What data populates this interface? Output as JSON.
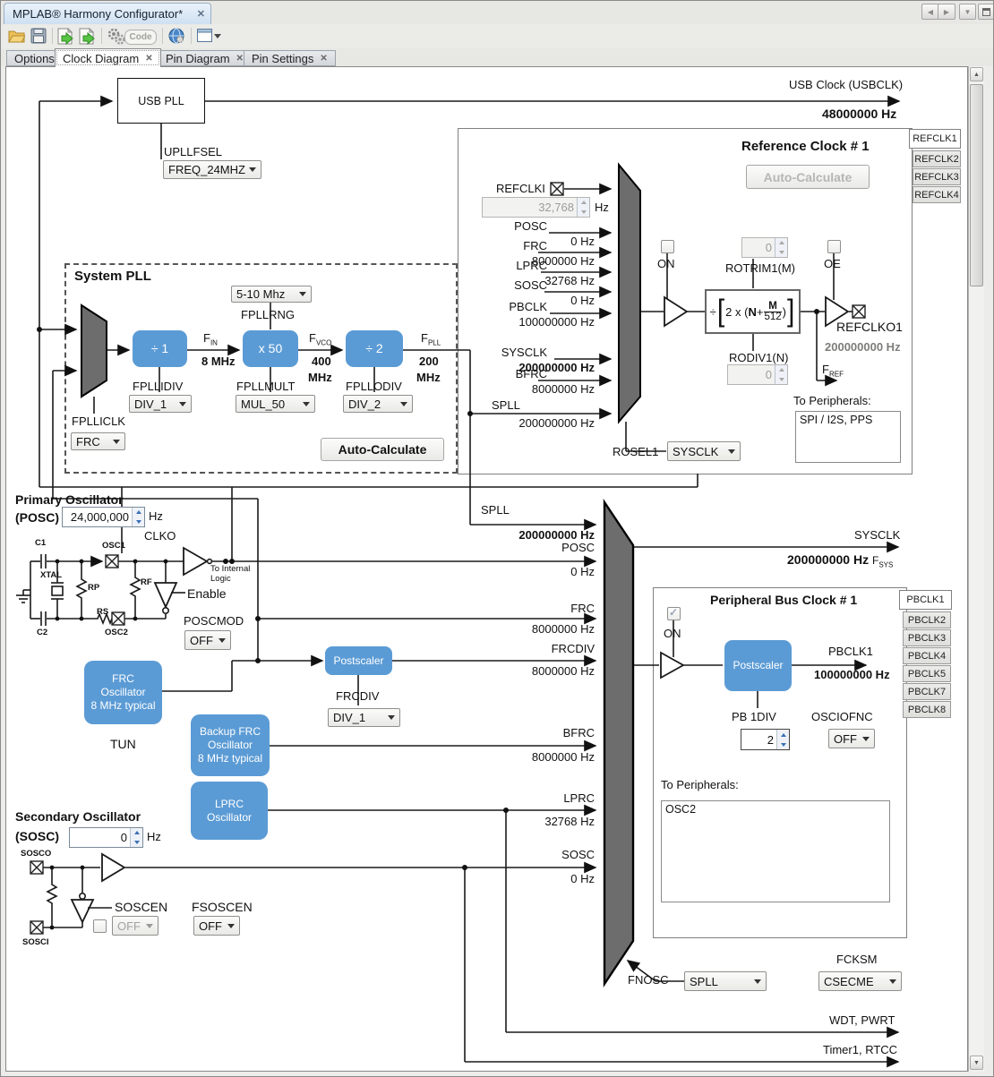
{
  "window": {
    "title": "MPLAB® Harmony Configurator*"
  },
  "chrome": {
    "tabs": [
      {
        "label": "Options"
      },
      {
        "label": "Clock Diagram"
      },
      {
        "label": "Pin Diagram"
      },
      {
        "label": "Pin Settings"
      }
    ],
    "code_button": "Code"
  },
  "usb": {
    "block": "USB PLL",
    "upllfsel_label": "UPLLFSEL",
    "upllfsel_value": "FREQ_24MHZ",
    "clock_label": "USB Clock (USBCLK)",
    "clock_value": "48000000 Hz"
  },
  "syspll": {
    "title": "System PLL",
    "fplliclk_label": "FPLLICLK",
    "fplliclk_value": "FRC",
    "div1": "÷ 1",
    "fpllidiv_label": "FPLLIDIV",
    "fpllidiv_value": "DIV_1",
    "f": "F",
    "f_in_sub": "IN",
    "f_in_value": "8 MHz",
    "fpllrng_label": "FPLLRNG",
    "fpllrng_value": "5-10 Mhz",
    "mult": "x 50",
    "fpllmult_label": "FPLLMULT",
    "fpllmult_value": "MUL_50",
    "f_vco_sub": "VCO",
    "f_vco_value": "400",
    "f_vco_unit": "MHz",
    "div2": "÷ 2",
    "fpllodiv_label": "FPLLODIV",
    "fpllodiv_value": "DIV_2",
    "f_pll_sub": "PLL",
    "f_pll_value": "200",
    "f_pll_unit": "MHz",
    "auto_calculate": "Auto-Calculate"
  },
  "refclock": {
    "title": "Reference Clock # 1",
    "auto_calculate": "Auto-Calculate",
    "side_tabs": [
      "REFCLK1",
      "REFCLK2",
      "REFCLK3",
      "REFCLK4"
    ],
    "refclki_label": "REFCLKI",
    "refclki_value": "32,768",
    "refclki_unit": "Hz",
    "inputs": [
      {
        "label": "POSC",
        "value": "0 Hz"
      },
      {
        "label": "FRC",
        "value": "8000000 Hz"
      },
      {
        "label": "LPRC",
        "value": "32768 Hz"
      },
      {
        "label": "SOSC",
        "value": "0 Hz"
      },
      {
        "label": "PBCLK",
        "value": "100000000 Hz"
      },
      {
        "label": "SYSCLK",
        "value": "200000000 Hz"
      },
      {
        "label": "BFRC",
        "value": "8000000 Hz"
      },
      {
        "label": "SPLL",
        "value": "200000000 Hz"
      }
    ],
    "on_label": "ON",
    "oe_label": "OE",
    "rotrim_label": "ROTRIM1(M)",
    "rotrim_value": "0",
    "formula": {
      "div": "÷",
      "open": "[",
      "pre": "2 x (",
      "n": "N",
      "plus": "+",
      "num": "M",
      "den": "512",
      "post": ")",
      "close": "]"
    },
    "rodiv_label": "RODIV1(N)",
    "rodiv_value": "0",
    "output_label": "REFCLKO1",
    "output_value": "200000000 Hz",
    "fref": "F",
    "fref_sub": "REF",
    "rosel_label": "ROSEL1",
    "rosel_value": "SYSCLK",
    "to_peripherals": "To Peripherals:",
    "peripherals": "SPI / I2S, PPS"
  },
  "posc": {
    "title1": "Primary Oscillator",
    "title2": "(POSC)",
    "freq_value": "24,000,000",
    "freq_unit": "Hz",
    "clko": "CLKO",
    "c1": "C1",
    "osc1": "OSC1",
    "xtal": "XTAL",
    "rp": "RP",
    "rf": "RF",
    "rs": "RS",
    "osc2": "OSC2",
    "c2": "C2",
    "to_internal_1": "To Internal",
    "to_internal_2": "Logic",
    "enable": "Enable",
    "poscmod_label": "POSCMOD",
    "poscmod_value": "OFF"
  },
  "frc": {
    "box": [
      "FRC",
      "Oscillator",
      "8 MHz typical"
    ],
    "tun": "TUN",
    "postscaler": "Postscaler",
    "frcdiv_label": "FRCDIV",
    "frcdiv_value": "DIV_1"
  },
  "bfrc": {
    "box": [
      "Backup FRC",
      "Oscillator",
      "8 MHz typical"
    ]
  },
  "lprc": {
    "box": [
      "LPRC",
      "Oscillator"
    ]
  },
  "sosc": {
    "title1": "Secondary Oscillator",
    "title2": "(SOSC)",
    "freq_value": "0",
    "freq_unit": "Hz",
    "sosco": "SOSCO",
    "sosci": "SOSCI",
    "soscen_label": "SOSCEN",
    "soscen_value": "OFF",
    "fsoscen_label": "FSOSCEN",
    "fsoscen_value": "OFF"
  },
  "mux": {
    "inputs": [
      {
        "label": "SPLL",
        "value": "200000000 Hz"
      },
      {
        "label": "POSC",
        "value": "0 Hz"
      },
      {
        "label": "FRC",
        "value": "8000000 Hz"
      },
      {
        "label": "FRCDIV",
        "value": "8000000 Hz"
      },
      {
        "label": "BFRC",
        "value": "8000000 Hz"
      },
      {
        "label": "LPRC",
        "value": "32768 Hz"
      },
      {
        "label": "SOSC",
        "value": "0 Hz"
      }
    ],
    "fnosc_label": "FNOSC",
    "fnosc_value": "SPLL",
    "fcksm_label": "FCKSM",
    "fcksm_value": "CSECME"
  },
  "outputs": {
    "sysclk_label": "SYSCLK",
    "sysclk_value": "200000000 Hz",
    "fsys": "F",
    "fsys_sub": "SYS",
    "wdt": "WDT, PWRT",
    "timer": "Timer1, RTCC"
  },
  "pbclock": {
    "title": "Peripheral Bus Clock # 1",
    "side_tabs": [
      "PBCLK1",
      "PBCLK2",
      "PBCLK3",
      "PBCLK4",
      "PBCLK5",
      "PBCLK7",
      "PBCLK8"
    ],
    "on_label": "ON",
    "postscaler": "Postscaler",
    "out_label": "PBCLK1",
    "out_value": "100000000 Hz",
    "pbdiv_label": "PB 1DIV",
    "pbdiv_value": "2",
    "osciofnc_label": "OSCIOFNC",
    "osciofnc_value": "OFF",
    "to_peripherals": "To Peripherals:",
    "peripherals": "OSC2"
  }
}
